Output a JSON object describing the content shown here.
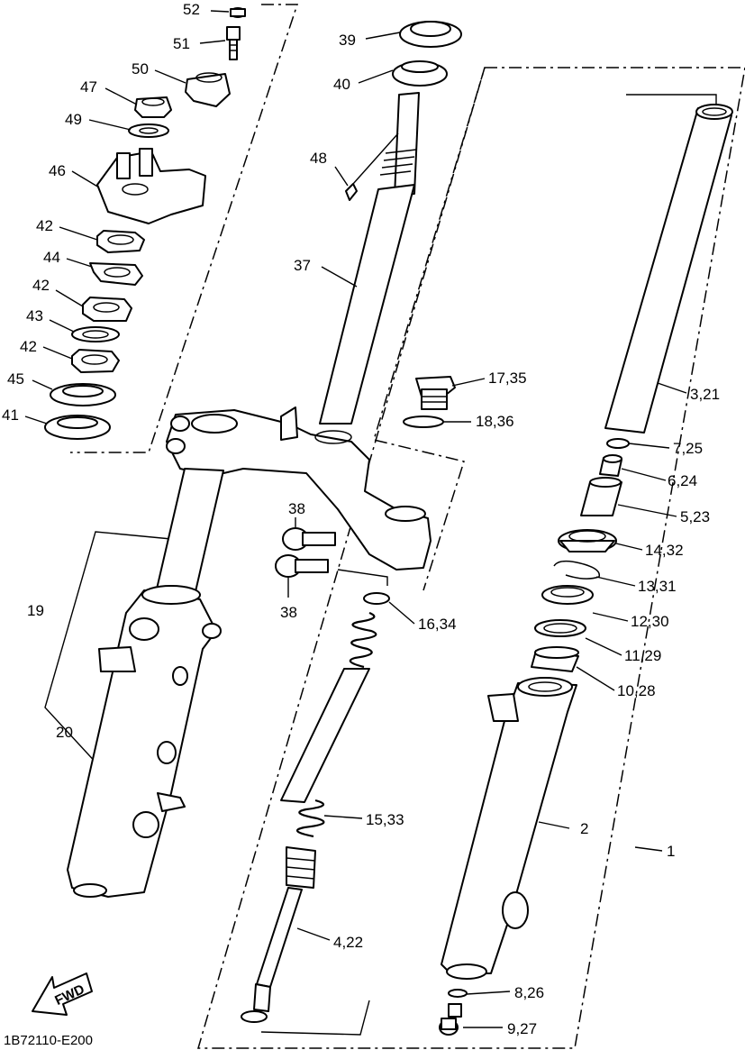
{
  "diagram": {
    "code": "1B72110-E200",
    "fwd_label": "FWD",
    "callouts": {
      "c52": "52",
      "c51": "51",
      "c50": "50",
      "c47": "47",
      "c49": "49",
      "c46": "46",
      "c42a": "42",
      "c44": "44",
      "c42b": "42",
      "c43": "43",
      "c42c": "42",
      "c45": "45",
      "c41": "41",
      "c39": "39",
      "c40": "40",
      "c48": "48",
      "c37": "37",
      "c17": "17,35",
      "c18": "18,36",
      "c3": "3,21",
      "c7": "7,25",
      "c6": "6,24",
      "c5": "5,23",
      "c14": "14,32",
      "c13": "13,31",
      "c12": "12,30",
      "c11": "11,29",
      "c10": "10,28",
      "c38a": "38",
      "c38b": "38",
      "c16": "16,34",
      "c19": "19",
      "c20": "20",
      "c15": "15,33",
      "c4": "4,22",
      "c2": "2",
      "c1": "1",
      "c8": "8,26",
      "c9": "9,27"
    }
  }
}
